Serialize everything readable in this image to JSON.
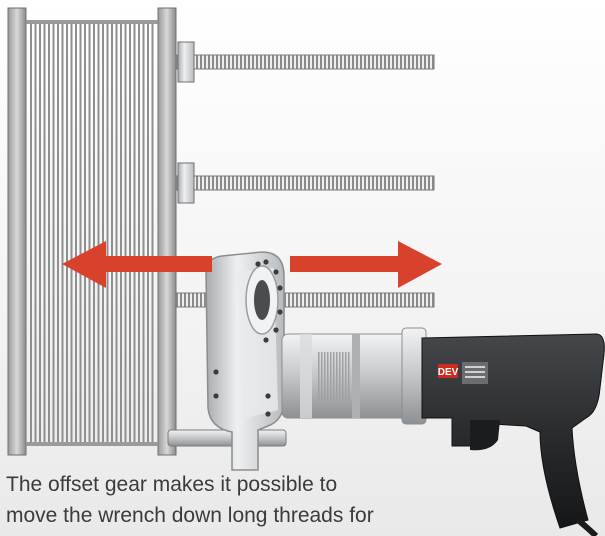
{
  "caption": {
    "line1": "The offset gear makes it possible to",
    "line2": "move the wrench down long threads for"
  },
  "tool": {
    "brand_text": "DEV"
  },
  "colors": {
    "arrow": "#d8412c",
    "frame": "#777777",
    "thread": "#8a8a8a",
    "body_metal": "#c9cbcd",
    "grip": "#2a2c2e"
  },
  "icons": {
    "left_arrow": "arrow-left-icon",
    "right_arrow": "arrow-right-icon"
  }
}
